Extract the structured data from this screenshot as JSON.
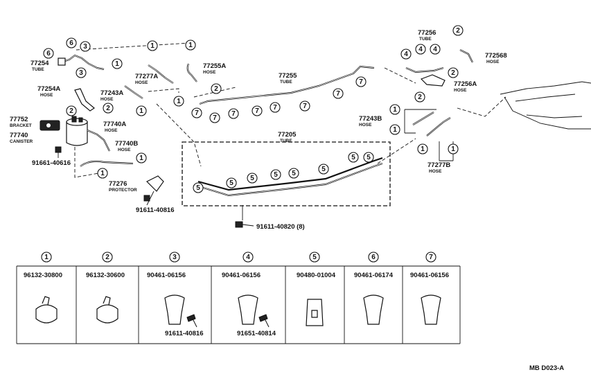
{
  "parts": [
    {
      "key": "t77254",
      "number": "77254",
      "name": "TUBE"
    },
    {
      "key": "t77254a",
      "number": "77254A",
      "name": "HOSE"
    },
    {
      "key": "t77752",
      "number": "77752",
      "name": "BRACKET"
    },
    {
      "key": "t77740",
      "number": "77740",
      "name": "CANISTER"
    },
    {
      "key": "t91661",
      "number": "91661-40616",
      "name": ""
    },
    {
      "key": "t77277a",
      "number": "77277A",
      "name": "HOSE"
    },
    {
      "key": "t77243a",
      "number": "77243A",
      "name": "HOSE"
    },
    {
      "key": "t77740a",
      "number": "77740A",
      "name": "HOSE"
    },
    {
      "key": "t77740b",
      "number": "77740B",
      "name": "HOSE"
    },
    {
      "key": "t77276",
      "number": "77276",
      "name": "PROTECTOR"
    },
    {
      "key": "t91611a",
      "number": "91611-40816",
      "name": ""
    },
    {
      "key": "t77255a",
      "number": "77255A",
      "name": "HOSE"
    },
    {
      "key": "t77255",
      "number": "77255",
      "name": "TUBE"
    },
    {
      "key": "t77205",
      "number": "77205",
      "name": "TUBE"
    },
    {
      "key": "t91611b",
      "number": "91611-40820 (8)",
      "name": ""
    },
    {
      "key": "t77256",
      "number": "77256",
      "name": "TUBE"
    },
    {
      "key": "t77256b",
      "number": "772568",
      "name": "HOSE"
    },
    {
      "key": "t77256a",
      "number": "77256A",
      "name": "HOSE"
    },
    {
      "key": "t77243b",
      "number": "77243B",
      "name": "HOSE"
    },
    {
      "key": "t77277b",
      "number": "77277B",
      "name": "HOSE"
    }
  ],
  "callout_numbers": [
    "1",
    "2",
    "3",
    "4",
    "5",
    "6",
    "7"
  ],
  "legend": [
    {
      "num": "1",
      "part": "96132-30800",
      "extra": ""
    },
    {
      "num": "2",
      "part": "96132-30600",
      "extra": ""
    },
    {
      "num": "3",
      "part": "90461-06156",
      "extra": "91611-40816"
    },
    {
      "num": "4",
      "part": "90461-06156",
      "extra": "91651-40814"
    },
    {
      "num": "5",
      "part": "90480-01004",
      "extra": ""
    },
    {
      "num": "6",
      "part": "90461-06174",
      "extra": ""
    },
    {
      "num": "7",
      "part": "90461-06156",
      "extra": ""
    }
  ],
  "figure_code": "MB  D023-A"
}
